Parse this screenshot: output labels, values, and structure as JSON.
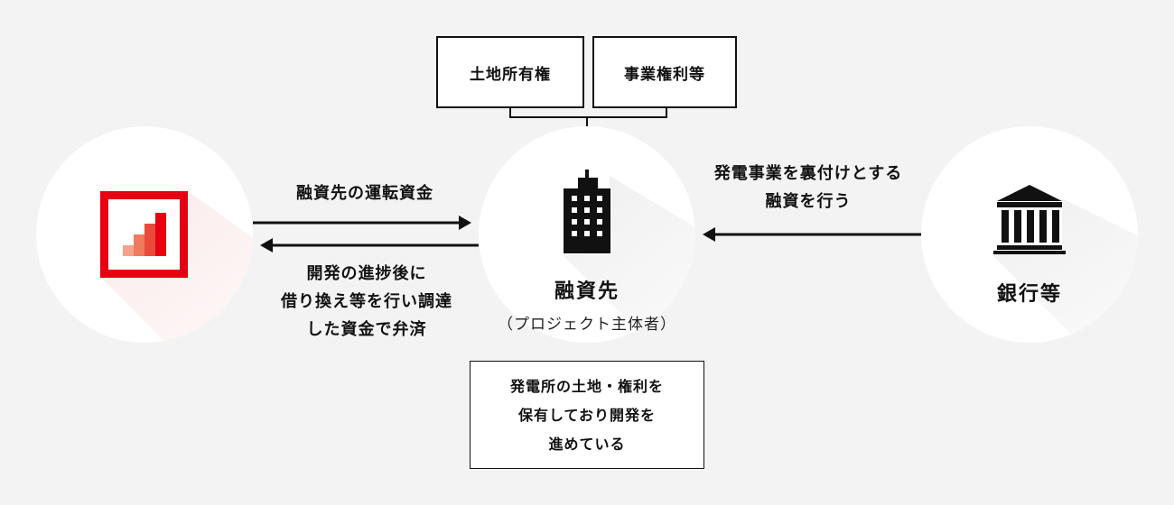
{
  "top_boxes": [
    "土地所有権",
    "事業権利等"
  ],
  "center": {
    "label": "融資先",
    "sublabel": "（プロジェクト主体者）"
  },
  "right": {
    "label": "銀行等"
  },
  "arrow_right_text": "融資先の運転資金",
  "arrow_left_text": "開発の進捗後に\n借り換え等を行い調達\nした資金で弁済",
  "bank_text": "発電事業を裏付けとする\n融資を行う",
  "note_box": "発電所の土地・権利を\n保有しており開発を\n進めている",
  "colors": {
    "accent": "#e60012",
    "dark": "#111111",
    "bg": "#f3f3f3"
  }
}
